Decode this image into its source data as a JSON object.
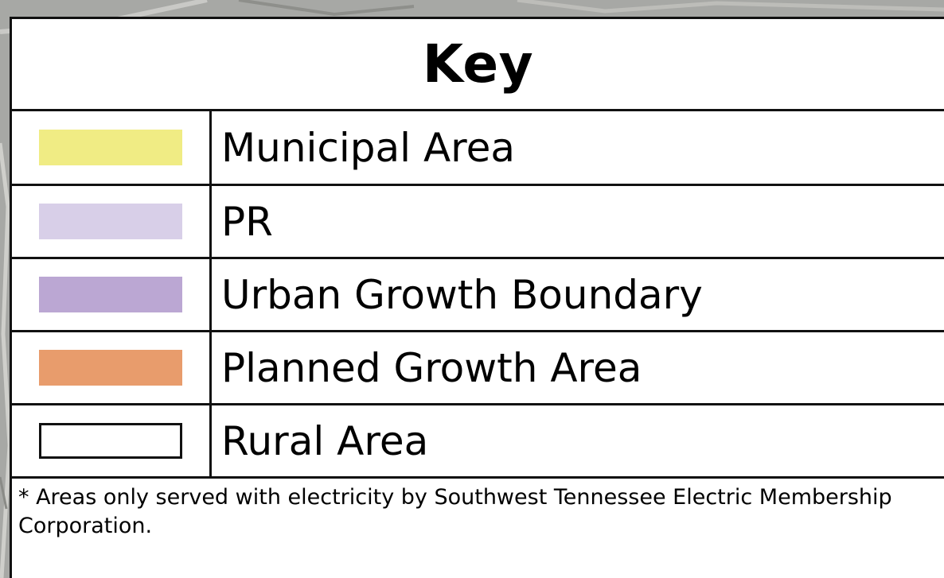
{
  "legend": {
    "title": "Key",
    "items": [
      {
        "label": "Municipal Area",
        "swatch_color": "#f0ec84",
        "swatch_style": "fill"
      },
      {
        "label": "PR",
        "swatch_color": "#d8cfe8",
        "swatch_style": "fill"
      },
      {
        "label": "Urban Growth Boundary",
        "swatch_color": "#bba7d3",
        "swatch_style": "fill"
      },
      {
        "label": "Planned Growth Area",
        "swatch_color": "#e89c6c",
        "swatch_style": "fill"
      },
      {
        "label": "Rural Area",
        "swatch_color": "#111111",
        "swatch_style": "outline"
      }
    ],
    "footnote": "* Areas only served with electricity by Southwest Tennessee Electric Membership Corporation."
  }
}
